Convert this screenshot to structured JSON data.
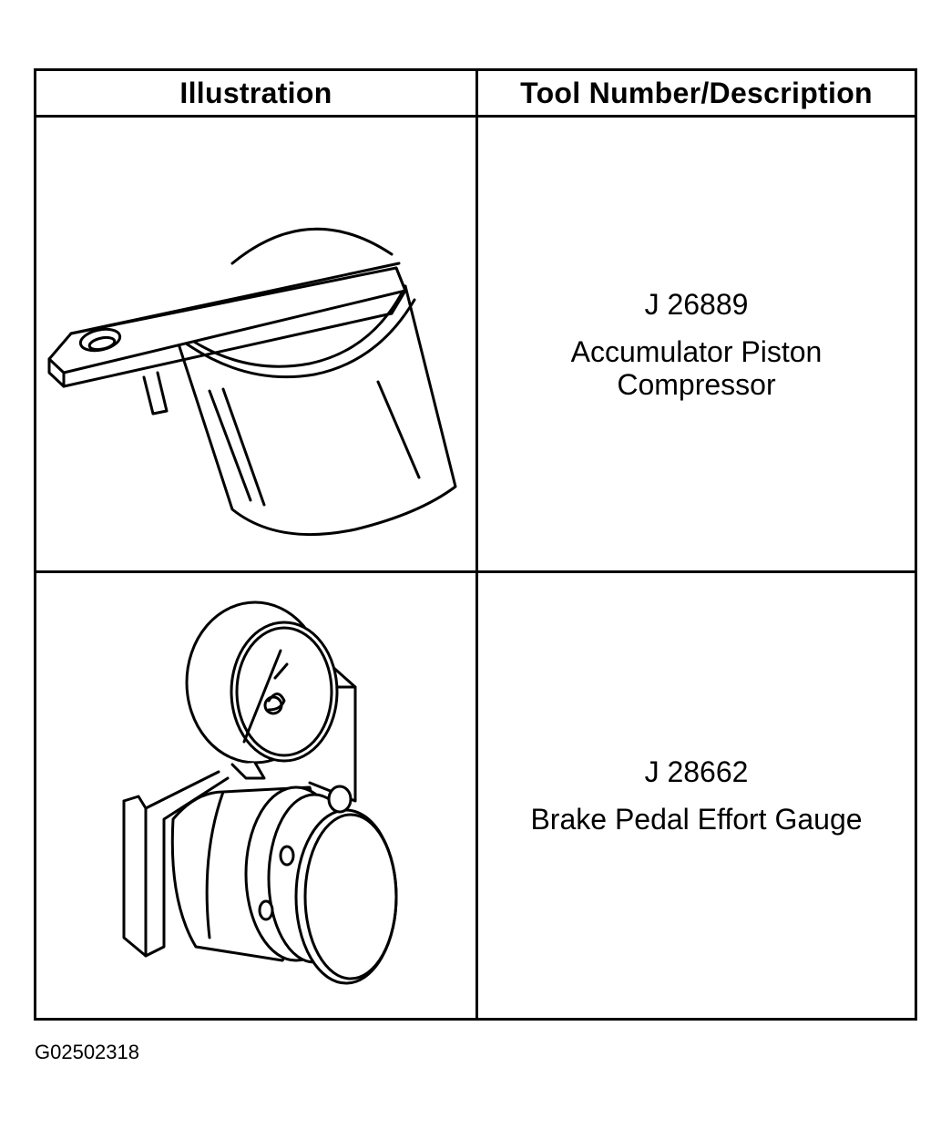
{
  "table": {
    "headers": {
      "illustration": "Illustration",
      "tool": "Tool Number/Description"
    },
    "rows": [
      {
        "tool_number": "J 26889",
        "description_line1": "Accumulator Piston",
        "description_line2": "Compressor",
        "illustration_icon": "accumulator-piston-compressor-icon"
      },
      {
        "tool_number": "J 28662",
        "description_line1": "Brake Pedal Effort Gauge",
        "description_line2": "",
        "illustration_icon": "brake-pedal-effort-gauge-icon"
      }
    ]
  },
  "footer": {
    "code": "G02502318"
  }
}
